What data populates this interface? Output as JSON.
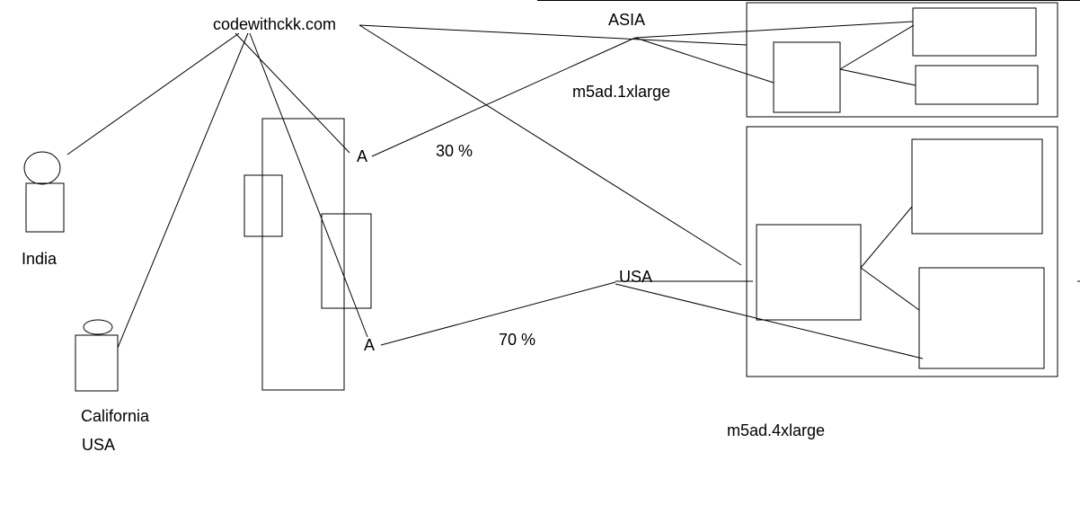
{
  "labels": {
    "site": "codewithckk.com",
    "asia": "ASIA",
    "usa_region": "USA",
    "asia_instance": "m5ad.1xlarge",
    "usa_instance": "m5ad.4xlarge",
    "record_top": "A",
    "record_bottom": "A",
    "pct_top": "30 %",
    "pct_bottom": "70 %",
    "user_india": "India",
    "user_california": "California",
    "user_california_country": "USA"
  }
}
